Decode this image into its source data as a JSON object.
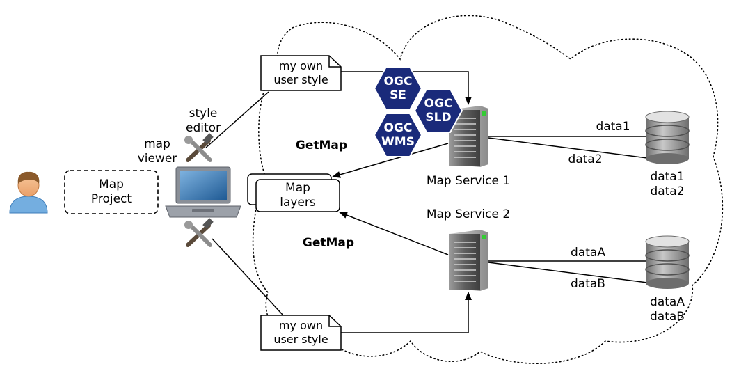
{
  "user_icon": "user-icon",
  "map_project": "Map\nProject",
  "map_viewer": "map\nviewer",
  "style_editor": "style\neditor",
  "user_style_top": "my own\nuser style",
  "user_style_bottom": "my own\nuser style",
  "map_layers": "Map\nlayers",
  "getmap_top": "GetMap",
  "getmap_bottom": "GetMap",
  "ogc_se": [
    "OGC",
    "SE"
  ],
  "ogc_sld": [
    "OGC",
    "SLD"
  ],
  "ogc_wms": [
    "OGC",
    "WMS"
  ],
  "map_service_1": "Map Service 1",
  "map_service_2": "Map Service 2",
  "link_data1": "data1",
  "link_data2": "data2",
  "link_dataA": "dataA",
  "link_dataB": "dataB",
  "db1_label": "data1\ndata2",
  "db2_label": "dataA\ndataB",
  "colors": {
    "ogc_badge": "#1a2a7a",
    "cloud": "#000000",
    "laptop": "#7a7f88",
    "screen": "#2a6aa8"
  }
}
